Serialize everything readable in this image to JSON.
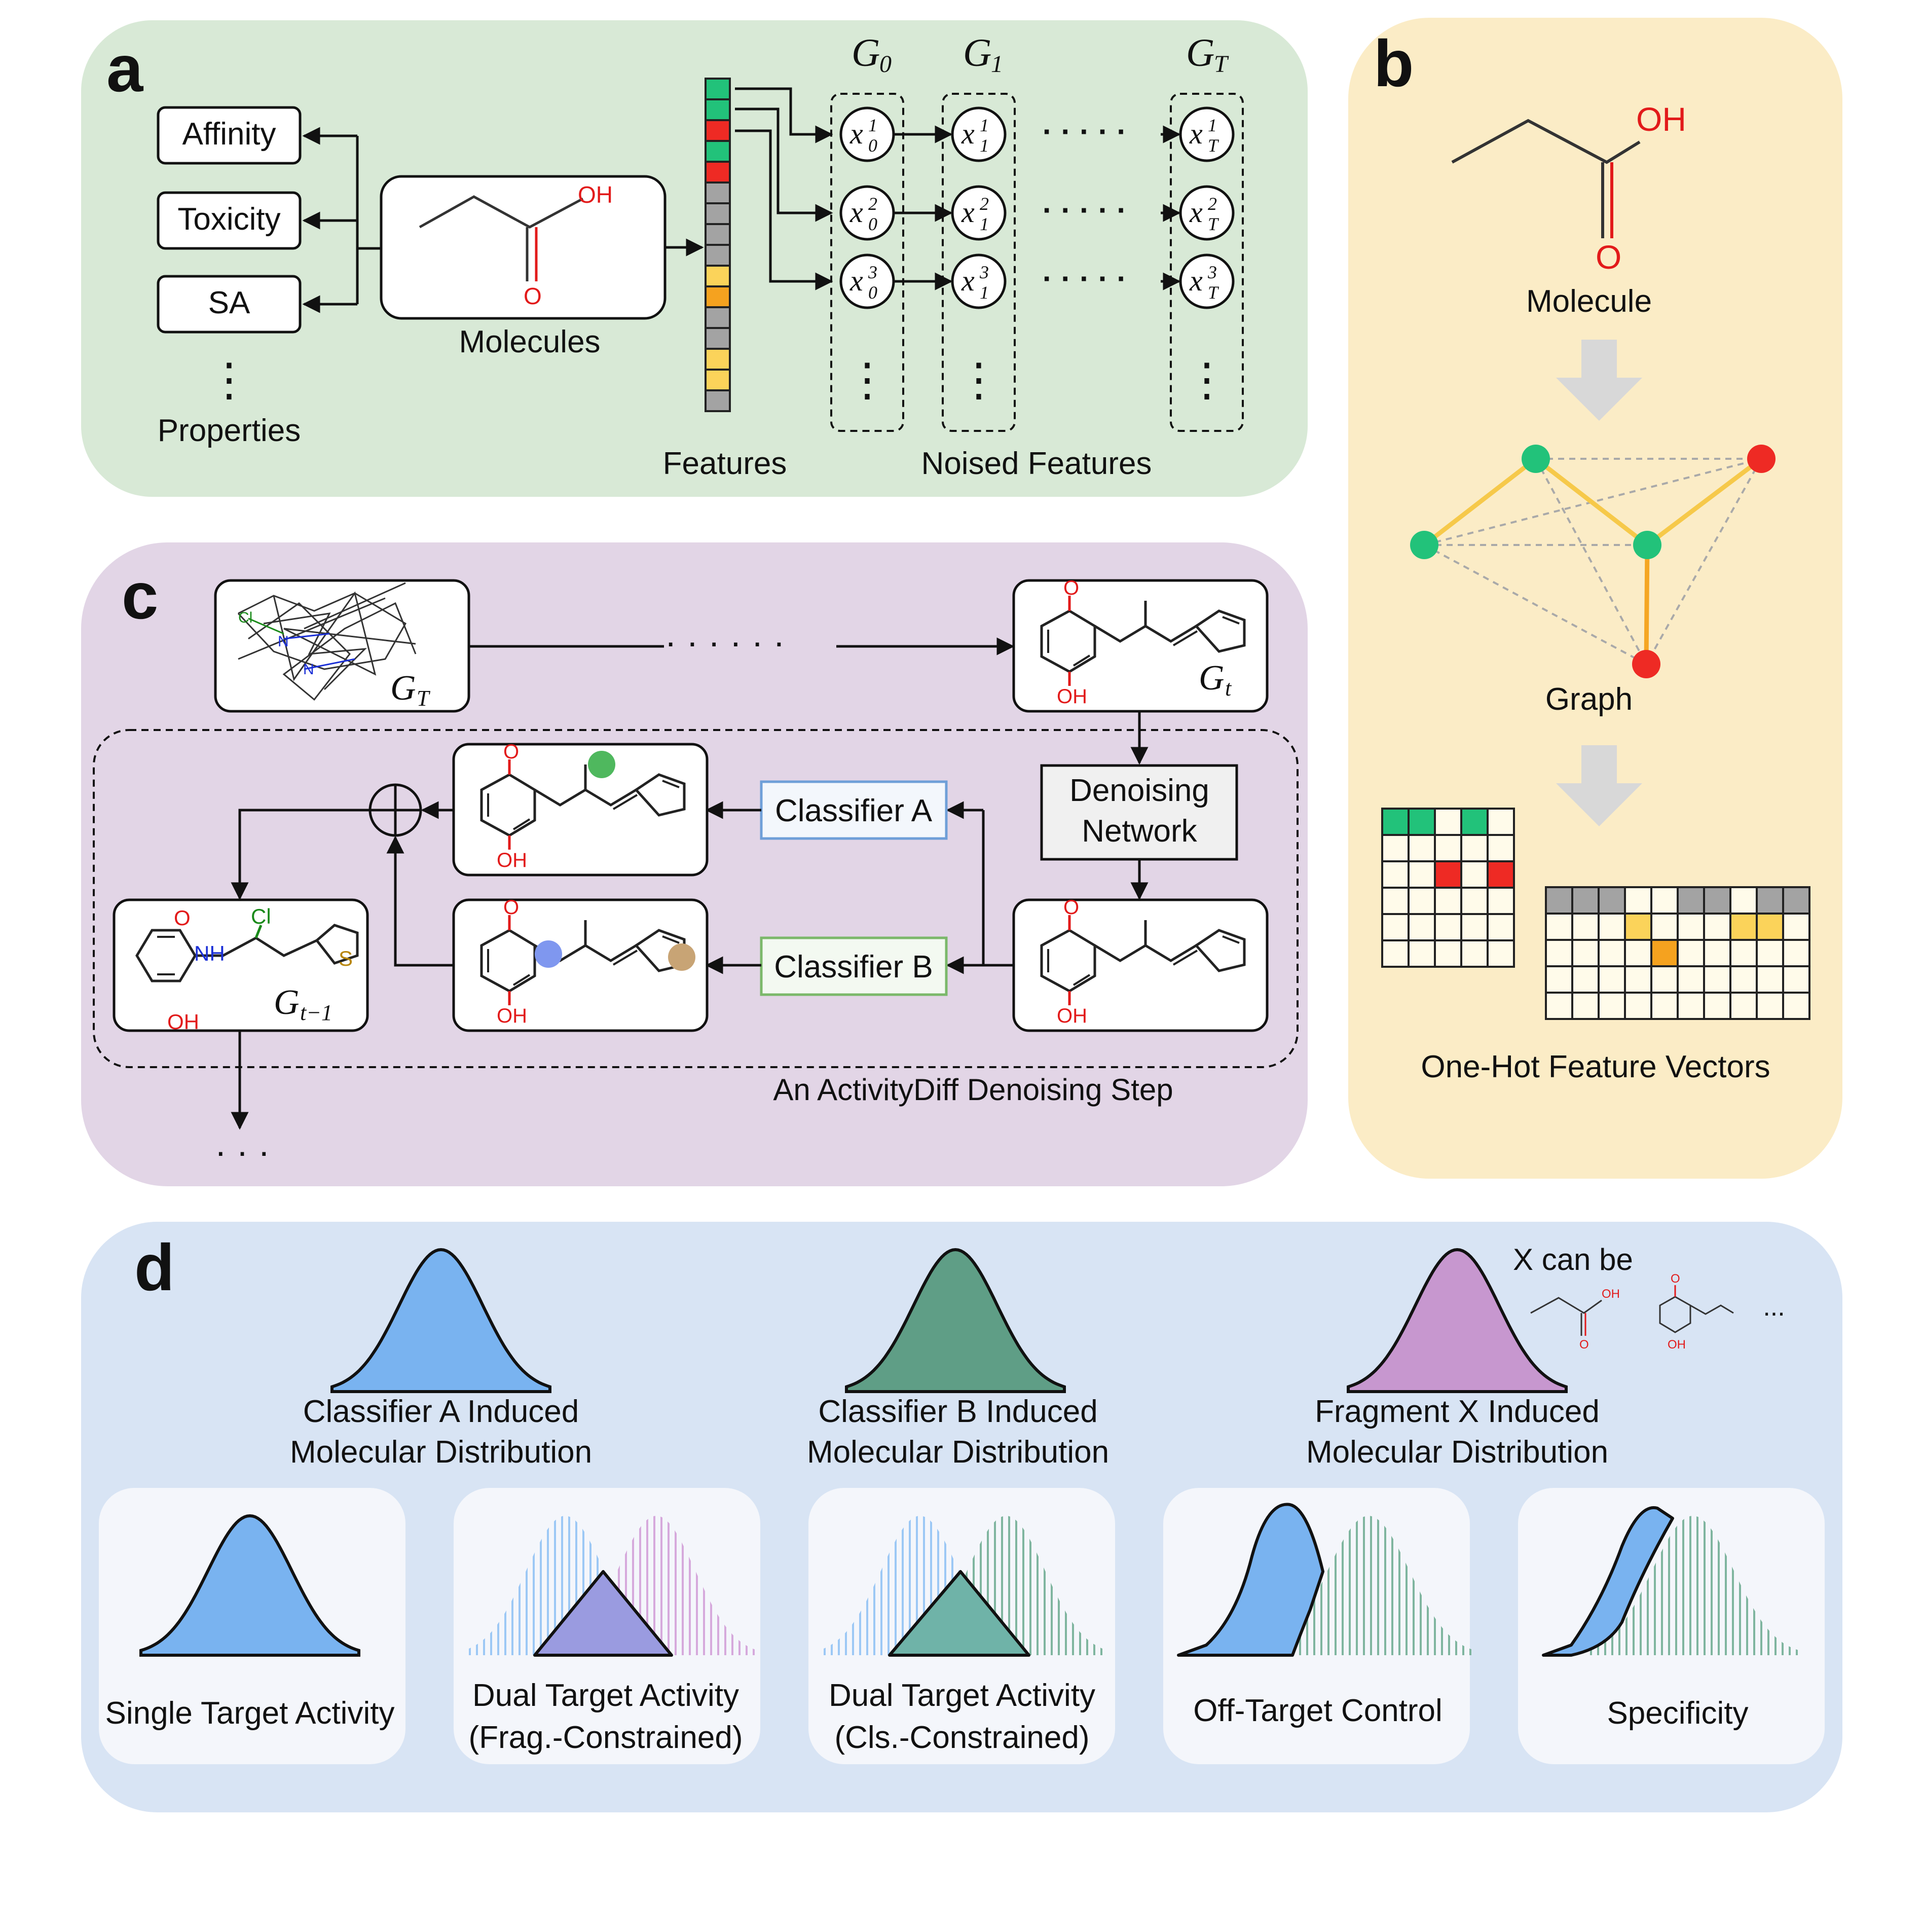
{
  "colors": {
    "panel_a_bg": "#d8e9d6",
    "panel_b_bg": "#fbecc6",
    "panel_c_bg": "#e2d5e6",
    "panel_d_bg": "#d8e4f4",
    "subcard_bg": "#f4f6fb",
    "green_atom": "#22c27a",
    "red_atom": "#ee2a24",
    "yellow_edge": "#f6c94a",
    "orange_edge": "#f5a623",
    "gray_cell": "#a3a3a3",
    "yellow_cell": "#fbd35a",
    "orange_cell": "#f5a21f",
    "blue_dist": "#79b3f0",
    "green_dist": "#5f9e86",
    "purple_dist": "#c797cf",
    "classifier_a_border": "#6f9fd8",
    "classifier_b_border": "#7bb86a"
  },
  "panel_a": {
    "letter": "a",
    "properties": [
      "Affinity",
      "Toxicity",
      "SA"
    ],
    "properties_ellipsis": "⋮",
    "properties_label": "Properties",
    "molecule_label": "Molecules",
    "molecule_atoms": {
      "oh": "OH",
      "o": "O"
    },
    "features_label": "Features",
    "noised_label": "Noised Features",
    "feature_colors": [
      "green",
      "green",
      "red",
      "green",
      "red",
      "gray",
      "gray",
      "gray",
      "gray",
      "yellow",
      "orange",
      "gray",
      "gray",
      "yellow",
      "yellow",
      "gray"
    ],
    "graph_headers": {
      "g0": "G",
      "g0_sub": "0",
      "g1": "G",
      "g1_sub": "1",
      "gt": "G",
      "gt_sub": "T"
    },
    "node_var": "x",
    "node_subs": [
      "0",
      "1",
      "T"
    ],
    "node_sups": [
      "1",
      "2",
      "3"
    ],
    "dots": "· · · · ·"
  },
  "panel_b": {
    "letter": "b",
    "molecule_atoms": {
      "oh": "OH",
      "o": "O"
    },
    "molecule_label": "Molecule",
    "graph_label": "Graph",
    "vectors_label": "One-Hot Feature Vectors"
  },
  "panel_c": {
    "letter": "c",
    "gt_label": "G",
    "gt_sub": "T",
    "g_t_label": "G",
    "g_t_sub": "t",
    "g_t1_label": "G",
    "g_t1_sub": "t−1",
    "dots": "· · · · · ·",
    "denoising_network": [
      "Denoising",
      "Network"
    ],
    "classifier_a": "Classifier A",
    "classifier_b": "Classifier B",
    "step_label": "An ActivityDiff Denoising Step",
    "atoms": {
      "o": "O",
      "oh": "OH",
      "nh": "NH",
      "cl": "Cl",
      "s": "S",
      "n": "N"
    },
    "bottom_dots": "· · ·"
  },
  "panel_d": {
    "letter": "d",
    "distributions": [
      {
        "line1": "Classifier A Induced",
        "line2": "Molecular Distribution"
      },
      {
        "line1": "Classifier B Induced",
        "line2": "Molecular Distribution"
      },
      {
        "line1": "Fragment X Induced",
        "line2": "Molecular Distribution"
      }
    ],
    "x_can_be": "X can be",
    "frag_atoms": {
      "oh": "OH",
      "o": "O"
    },
    "frag_ellipsis": "...",
    "cards": [
      {
        "line1": "Single Target Activity",
        "line2": ""
      },
      {
        "line1": "Dual Target Activity",
        "line2": "(Frag.-Constrained)"
      },
      {
        "line1": "Dual Target Activity",
        "line2": "(Cls.-Constrained)"
      },
      {
        "line1": "Off-Target Control",
        "line2": ""
      },
      {
        "line1": "Specificity",
        "line2": ""
      }
    ]
  }
}
